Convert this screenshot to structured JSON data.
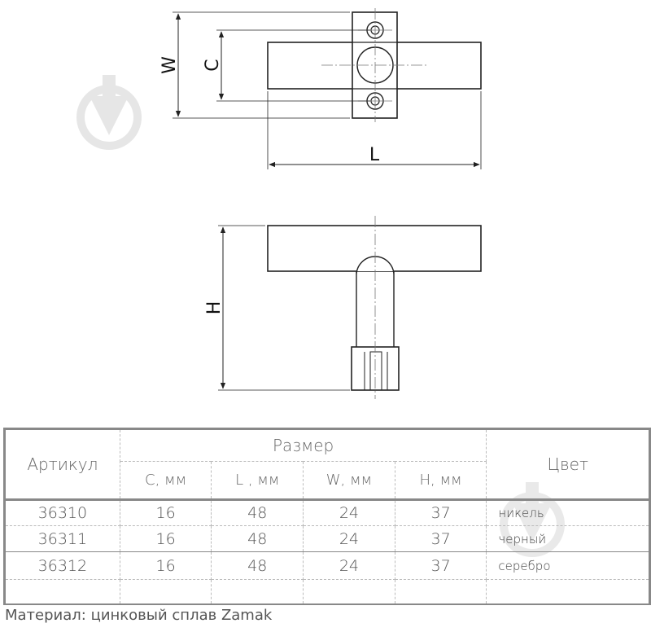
{
  "dimension_labels": {
    "w": "W",
    "c": "C",
    "l": "L",
    "h": "H"
  },
  "table": {
    "headers": {
      "article": "Артикул",
      "size": "Размер",
      "color": "Цвет",
      "sub": [
        "C, мм",
        "L , мм",
        "W, мм",
        "H, мм"
      ]
    },
    "rows": [
      {
        "article": "36310",
        "c": "16",
        "l": "48",
        "w": "24",
        "h": "37",
        "color": "никель"
      },
      {
        "article": "36311",
        "c": "16",
        "l": "48",
        "w": "24",
        "h": "37",
        "color": "черный"
      },
      {
        "article": "36312",
        "c": "16",
        "l": "48",
        "w": "24",
        "h": "37",
        "color": "серебро"
      }
    ]
  },
  "material": "Материал: цинковый сплав Zamak",
  "watermark_icon": "drop-arrow-watermark-icon"
}
